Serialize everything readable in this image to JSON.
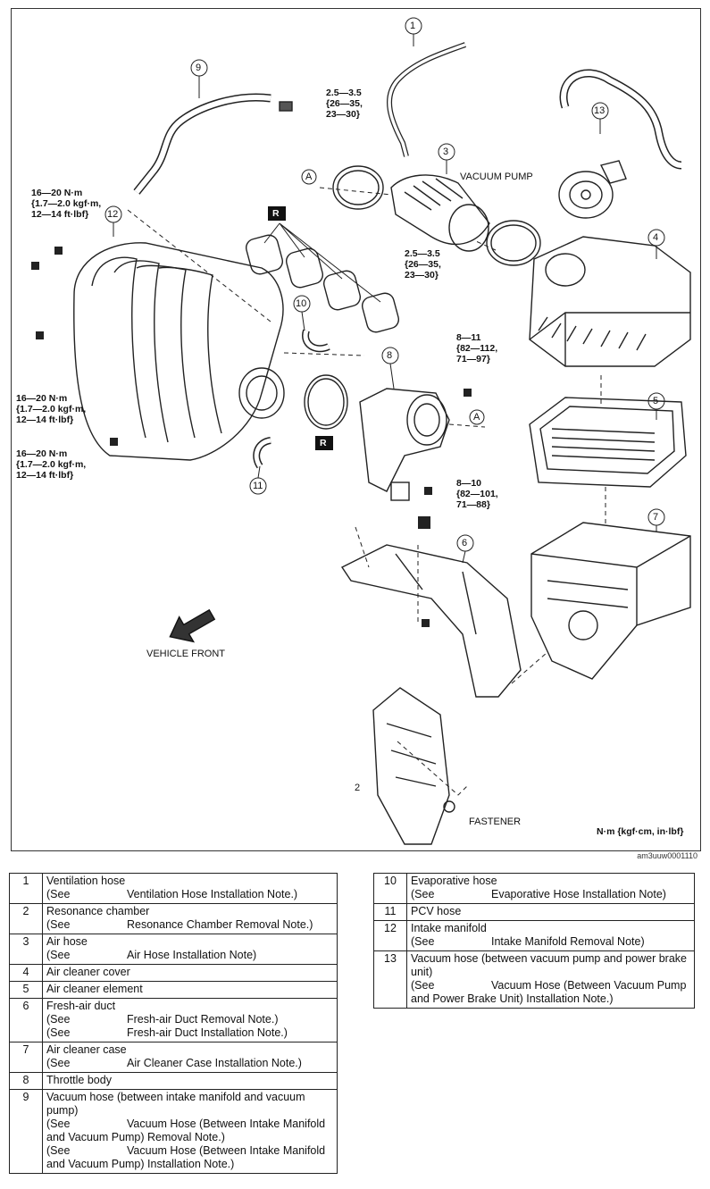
{
  "diagram": {
    "callouts": [
      "1",
      "2",
      "3",
      "4",
      "5",
      "6",
      "7",
      "8",
      "9",
      "10",
      "11",
      "12",
      "13"
    ],
    "letter_marks": [
      "A",
      "A"
    ],
    "r_marks": [
      "R",
      "R"
    ],
    "vacuum_pump_label": "VACUUM PUMP",
    "vehicle_front_label": "VEHICLE FRONT",
    "fastener_label": "FASTENER",
    "units_label": "N·m {kgf·cm, in·lbf}",
    "drawing_code": "am3uuw0001110",
    "torques": {
      "t_clamp_top": [
        "2.5—3.5",
        "{26—35,",
        "23—30}"
      ],
      "t_clamp_bottom": [
        "2.5—3.5",
        "{26—35,",
        "23—30}"
      ],
      "t_manifold_1": [
        "16—20 N·m",
        "{1.7—2.0 kgf·m,",
        "12—14 ft·lbf}"
      ],
      "t_manifold_2": [
        "16—20 N·m",
        "{1.7—2.0 kgf·m,",
        "12—14 ft·lbf}"
      ],
      "t_manifold_3": [
        "16—20 N·m",
        "{1.7—2.0 kgf·m,",
        "12—14 ft·lbf}"
      ],
      "t_throttle_top": [
        "8—11",
        "{82—112,",
        "71—97}"
      ],
      "t_throttle_bottom": [
        "8—10",
        "{82—101,",
        "71—88}"
      ]
    }
  },
  "parts_left": [
    {
      "num": "1",
      "name": "Ventilation hose",
      "notes": [
        {
          "see": "(See",
          "ref": "Ventilation Hose Installation Note.)"
        }
      ]
    },
    {
      "num": "2",
      "name": "Resonance chamber",
      "notes": [
        {
          "see": "(See",
          "ref": "Resonance Chamber Removal Note.)"
        }
      ]
    },
    {
      "num": "3",
      "name": "Air hose",
      "notes": [
        {
          "see": "(See",
          "ref": "Air Hose Installation Note)"
        }
      ]
    },
    {
      "num": "4",
      "name": "Air cleaner cover",
      "notes": []
    },
    {
      "num": "5",
      "name": "Air cleaner element",
      "notes": []
    },
    {
      "num": "6",
      "name": "Fresh-air duct",
      "notes": [
        {
          "see": "(See",
          "ref": "Fresh-air Duct Removal Note.)"
        },
        {
          "see": "(See",
          "ref": "Fresh-air Duct Installation Note.)"
        }
      ]
    },
    {
      "num": "7",
      "name": "Air cleaner case",
      "notes": [
        {
          "see": "(See",
          "ref": "Air Cleaner Case Installation Note.)"
        }
      ]
    },
    {
      "num": "8",
      "name": "Throttle body",
      "notes": []
    },
    {
      "num": "9",
      "name": "Vacuum hose (between intake manifold and vacuum pump)",
      "notes": [
        {
          "see": "(See",
          "ref": "Vacuum Hose (Between Intake Manifold and Vacuum Pump) Removal Note.)"
        },
        {
          "see": "(See",
          "ref": "Vacuum Hose (Between Intake Manifold and Vacuum Pump) Installation Note.)"
        }
      ]
    }
  ],
  "parts_right": [
    {
      "num": "10",
      "name": "Evaporative hose",
      "notes": [
        {
          "see": "(See",
          "ref": "Evaporative Hose Installation Note)"
        }
      ]
    },
    {
      "num": "11",
      "name": "PCV hose",
      "notes": []
    },
    {
      "num": "12",
      "name": "Intake manifold",
      "notes": [
        {
          "see": "(See",
          "ref": "Intake Manifold Removal Note)"
        }
      ]
    },
    {
      "num": "13",
      "name": "Vacuum hose (between vacuum pump and power brake unit)",
      "notes": [
        {
          "see": "(See",
          "ref": "Vacuum Hose (Between Vacuum Pump and Power Brake Unit) Installation Note.)"
        }
      ]
    }
  ]
}
